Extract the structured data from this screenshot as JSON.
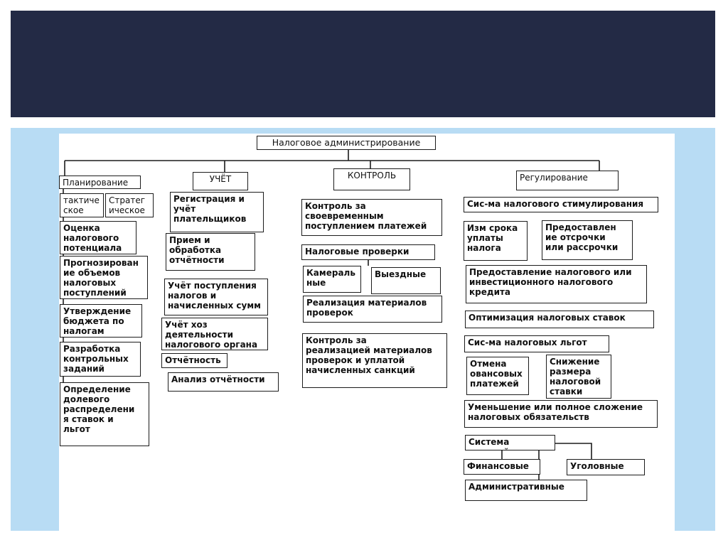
{
  "slide": {
    "colors": {
      "header": "#232a45",
      "panel": "#b8dcf4",
      "sheet": "#ffffff",
      "lines": "#1c1c1c"
    }
  },
  "diagram": {
    "root": "Налоговое администрирование",
    "planning": {
      "title": "Планирование",
      "tactical": "тактиче\nское",
      "strategic": "Стратег\nическое",
      "potential": "Оценка\nналогового\nпотенциала",
      "forecast": "Прогнозирован\nие объемов\nналоговых\nпоступлений",
      "budget": "Утверждение\nбюджета по\nналогам",
      "tasks": "Разработка\nконтрольных\nзаданий",
      "share": "Определение\nдолевого\nраспределени\nя ставок и\nльгот"
    },
    "accounting": {
      "title": "УЧЁТ",
      "registration": "Регистрация и\nучёт\nплательщиков",
      "reports": "Прием и\nобработка\nотчётности",
      "receipts": "Учёт поступления\nналогов и\nначисленных сумм",
      "activity": "Учёт хоз\nдеятельности\nналогового органа",
      "statements": "Отчётность",
      "analysis": "Анализ отчётности"
    },
    "control": {
      "title": "КОНТРОЛЬ",
      "timely": "Контроль за\nсвоевременным\nпоступлением платежей",
      "audits": "Налоговые проверки",
      "desk": "Камераль\nные",
      "field": "Выездные",
      "materials": "Реализация материалов\nпроверок",
      "sanctions_control": "Контроль за\nреализацией материалов\nпроверок и уплатой\nначисленных санкций"
    },
    "regulation": {
      "title": "Регулирование",
      "incentives": "Сис-ма налогового стимулирования",
      "term": "Изм срока\nуплаты\nналога",
      "deferral": "Предоставлен\nие отсрочки\nили рассрочки",
      "credit": "Предоставление налогового или\nинвестиционного налогового\nкредита",
      "rates": "Оптимизация налоговых ставок",
      "benefits": "Сис-ма налоговых льгот",
      "advance": "Отмена\nовансовых\nплатежей",
      "rate_cut": "Снижение\nразмера\nналоговой\nставки",
      "reduction": "Уменьшение или полное сложение\nналоговых обязательств",
      "sanctions": "Система санкций",
      "financial": "Финансовые",
      "criminal": "Уголовные",
      "administrative": "Административные"
    }
  }
}
